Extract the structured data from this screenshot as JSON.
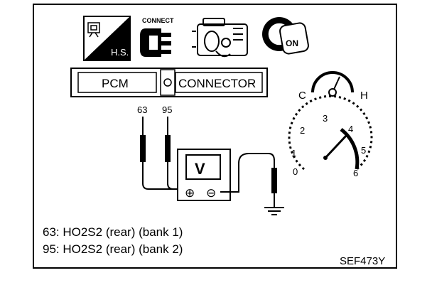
{
  "header_icons": {
    "hs_label": "H.S.",
    "connect_label": "CONNECT",
    "ignition_label": "ON"
  },
  "connector": {
    "left_label": "PCM",
    "right_label": "CONNECTOR"
  },
  "probes": {
    "left_terminal": "63",
    "right_terminal": "95"
  },
  "voltmeter": {
    "display": "V",
    "plus": "⊕",
    "minus": "⊖"
  },
  "temp_gauge": {
    "cold": "C",
    "hot": "H"
  },
  "tachometer": {
    "ticks": [
      "0",
      "1",
      "2",
      "3",
      "4",
      "5",
      "6"
    ]
  },
  "legend": [
    "63: HO2S2 (rear) (bank 1)",
    "95: HO2S2 (rear) (bank 2)"
  ],
  "figure_code": "SEF473Y"
}
